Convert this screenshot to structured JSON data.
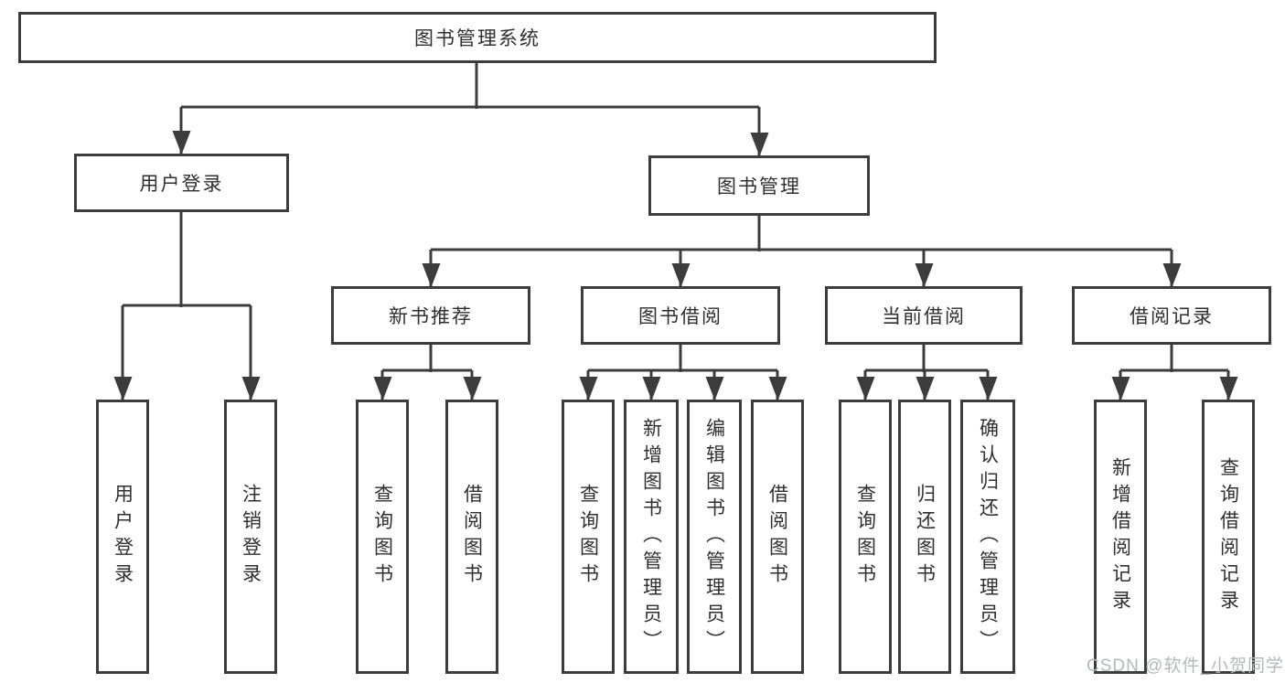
{
  "nodes": {
    "root": "图书管理系统",
    "user_login": "用户登录",
    "book_mgmt": "图书管理",
    "new_book_rec": "新书推荐",
    "book_borrow": "图书借阅",
    "current_borrow": "当前借阅",
    "borrow_record": "借阅记录",
    "leaves": [
      "用户登录",
      "注销登录",
      "查询图书",
      "借阅图书",
      "查询图书",
      "新增图书（管理员）",
      "编辑图书（管理员）",
      "借阅图书",
      "查询图书",
      "归还图书",
      "确认归还（管理员）",
      "新增借阅记录",
      "查询借阅记录"
    ]
  },
  "hierarchy": {
    "图书管理系统": [
      "用户登录",
      "图书管理"
    ],
    "用户登录": [
      "用户登录",
      "注销登录"
    ],
    "图书管理": [
      "新书推荐",
      "图书借阅",
      "当前借阅",
      "借阅记录"
    ],
    "新书推荐": [
      "查询图书",
      "借阅图书"
    ],
    "图书借阅": [
      "查询图书",
      "新增图书（管理员）",
      "编辑图书（管理员）",
      "借阅图书"
    ],
    "当前借阅": [
      "查询图书",
      "归还图书",
      "确认归还（管理员）"
    ],
    "借阅记录": [
      "新增借阅记录",
      "查询借阅记录"
    ]
  },
  "watermark": "CSDN @软件_小贺同学",
  "colors": {
    "line": "#3c3c3c",
    "text": "#2f2f2f",
    "background": "#ffffff",
    "watermark": "#b4b8bd"
  }
}
